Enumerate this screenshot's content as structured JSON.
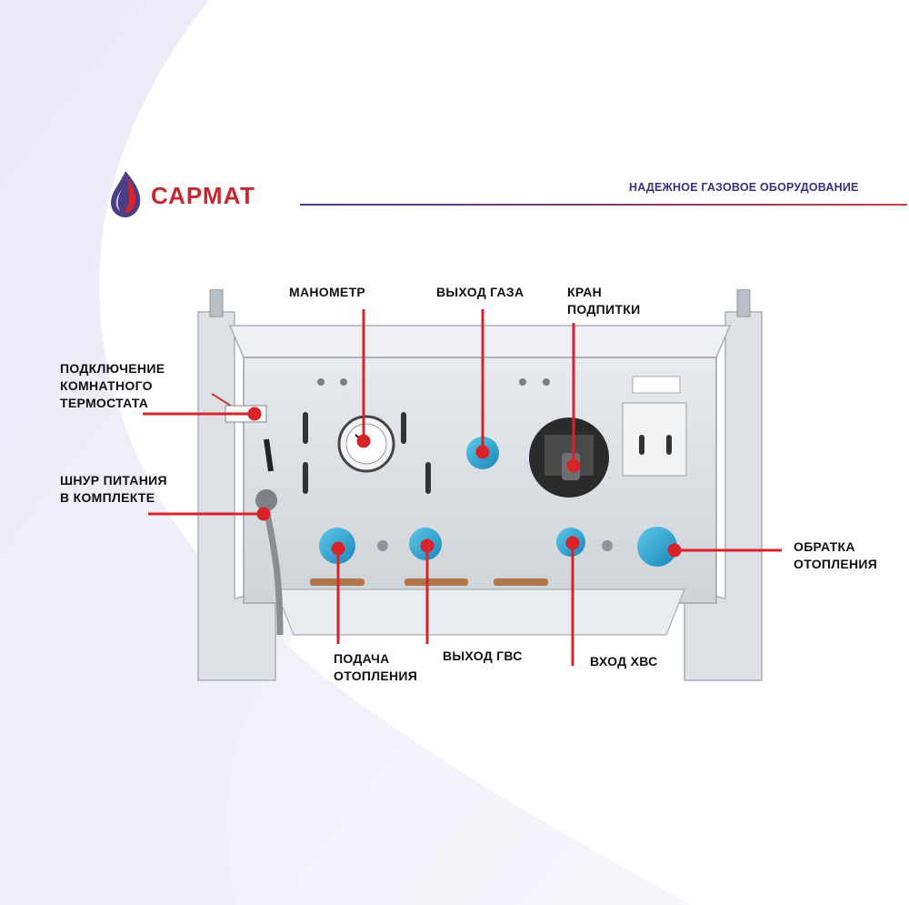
{
  "brand": {
    "name": "САРМАТ",
    "tagline": "НАДЕЖНОЕ ГАЗОВОЕ ОБОРУДОВАНИЕ",
    "accent_red": "#d8232a",
    "accent_purple": "#3f2f7a"
  },
  "callouts": {
    "manometer": "МАНОМЕТР",
    "gas_outlet": "ВЫХОД ГАЗА",
    "fill_valve_line1": "КРАН",
    "fill_valve_line2": "ПОДПИТКИ",
    "thermostat_line1": "ПОДКЛЮЧЕНИЕ",
    "thermostat_line2": "КОМНАТНОГО",
    "thermostat_line3": "ТЕРМОСТАТА",
    "power_cord_line1": "ШНУР ПИТАНИЯ",
    "power_cord_line2": "В КОМПЛЕКТЕ",
    "heating_return_line1": "ОБРАТКА",
    "heating_return_line2": "ОТОПЛЕНИЯ",
    "heating_supply_line1": "ПОДАЧА",
    "heating_supply_line2": "ОТОПЛЕНИЯ",
    "dhw_outlet": "ВЫХОД ГВС",
    "cold_water_inlet": "ВХОД ХВС"
  }
}
